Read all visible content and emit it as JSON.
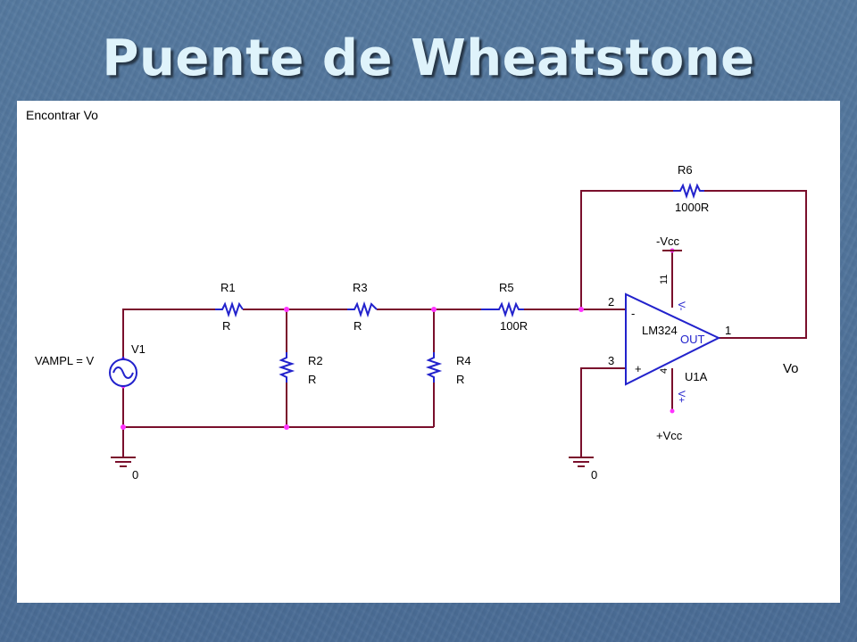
{
  "slide": {
    "title": "Puente de Wheatstone"
  },
  "panel": {
    "caption": "Encontrar Vo"
  },
  "schematic": {
    "source": {
      "ref": "V1",
      "value": "VAMPL = V"
    },
    "resistors": [
      {
        "ref": "R1",
        "value": "R"
      },
      {
        "ref": "R2",
        "value": "R"
      },
      {
        "ref": "R3",
        "value": "R"
      },
      {
        "ref": "R4",
        "value": "R"
      },
      {
        "ref": "R5",
        "value": "100R"
      },
      {
        "ref": "R6",
        "value": "1000R"
      }
    ],
    "opamp": {
      "model": "LM324",
      "ref": "U1A",
      "out_label": "OUT",
      "pin_inv": "2",
      "pin_noninv": "3",
      "pin_out": "1",
      "pin_neg_supply": "11",
      "pin_pos_supply": "4",
      "sign_minus": "-",
      "sign_plus": "+",
      "vminus_label": "V-",
      "vplus_label": "V+"
    },
    "rails": {
      "neg": "-Vcc",
      "pos": "+Vcc"
    },
    "grounds": [
      {
        "label": "0"
      },
      {
        "label": "0"
      }
    ],
    "output_label": "Vo"
  }
}
